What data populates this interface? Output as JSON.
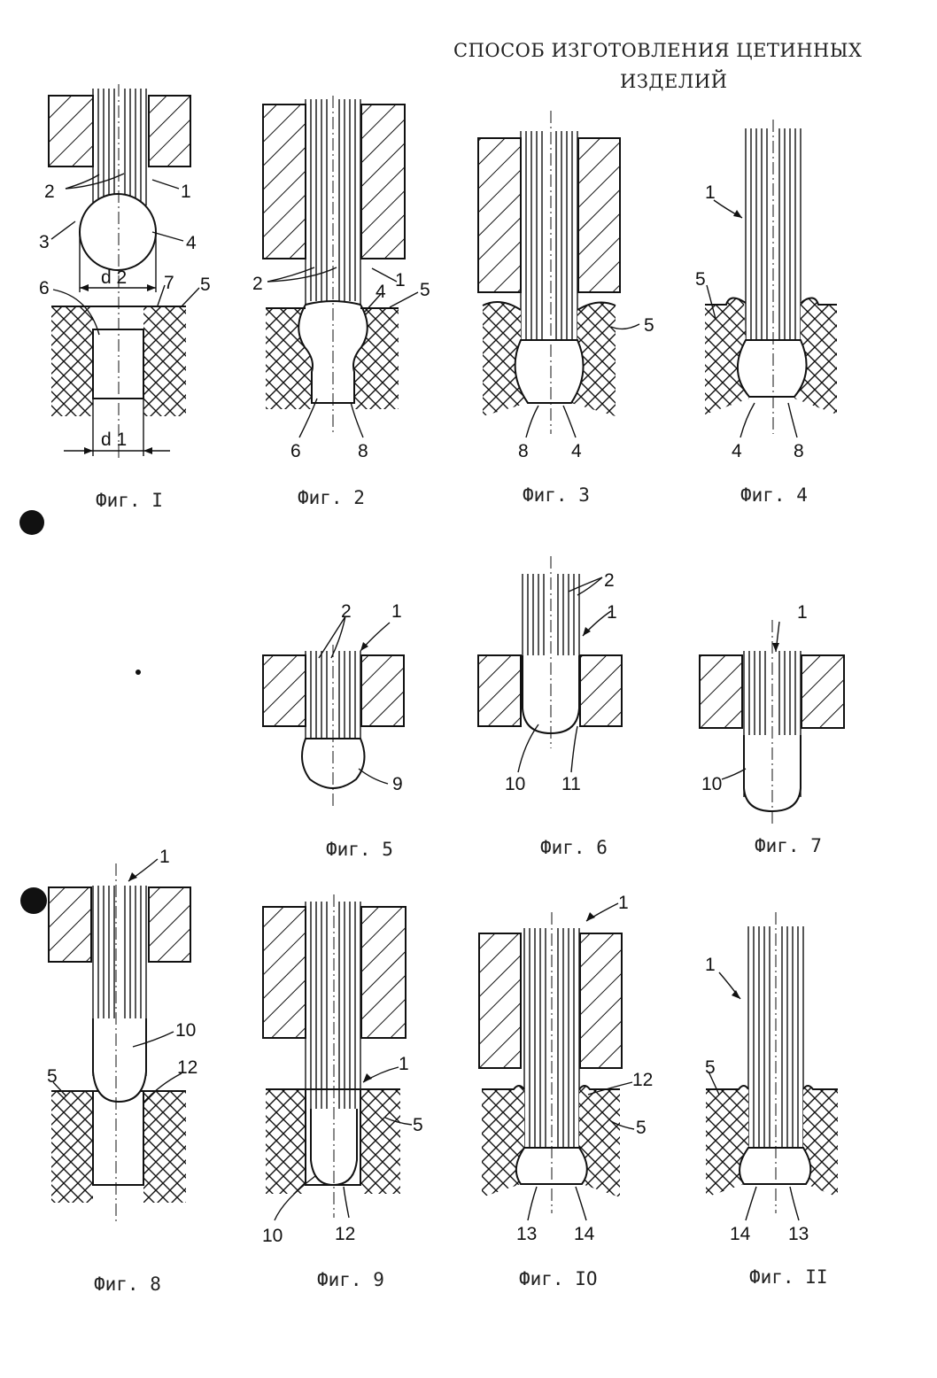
{
  "title": {
    "line1": "СПОСОБ ИЗГОТОВЛЕНИЯ ЦЕТИННЫХ",
    "line2": "ИЗДЕЛИЙ"
  },
  "figures": [
    {
      "id": "fig1",
      "label": "Фиг. I",
      "numbers": [
        "1",
        "2",
        "3",
        "4",
        "5",
        "6",
        "7",
        "d 2",
        "d 1"
      ]
    },
    {
      "id": "fig2",
      "label": "Фиг. 2",
      "numbers": [
        "1",
        "2",
        "4",
        "5",
        "6",
        "8"
      ]
    },
    {
      "id": "fig3",
      "label": "Фиг. 3",
      "numbers": [
        "5",
        "8",
        "4"
      ]
    },
    {
      "id": "fig4",
      "label": "Фиг. 4",
      "numbers": [
        "1",
        "5",
        "4",
        "8"
      ]
    },
    {
      "id": "fig5",
      "label": "Фиг. 5",
      "numbers": [
        "2",
        "1",
        "9"
      ]
    },
    {
      "id": "fig6",
      "label": "Фиг. 6",
      "numbers": [
        "2",
        "1",
        "10",
        "11"
      ]
    },
    {
      "id": "fig7",
      "label": "Фиг. 7",
      "numbers": [
        "1",
        "10"
      ]
    },
    {
      "id": "fig8",
      "label": "Фиг. 8",
      "numbers": [
        "1",
        "10",
        "5",
        "12"
      ]
    },
    {
      "id": "fig9",
      "label": "Фиг. 9",
      "numbers": [
        "1",
        "5",
        "10",
        "12"
      ]
    },
    {
      "id": "fig10",
      "label": "Фиг. IO",
      "numbers": [
        "1",
        "12",
        "5",
        "13",
        "14"
      ]
    },
    {
      "id": "fig11",
      "label": "Фиг. II",
      "numbers": [
        "1",
        "5",
        "14",
        "13"
      ]
    }
  ]
}
